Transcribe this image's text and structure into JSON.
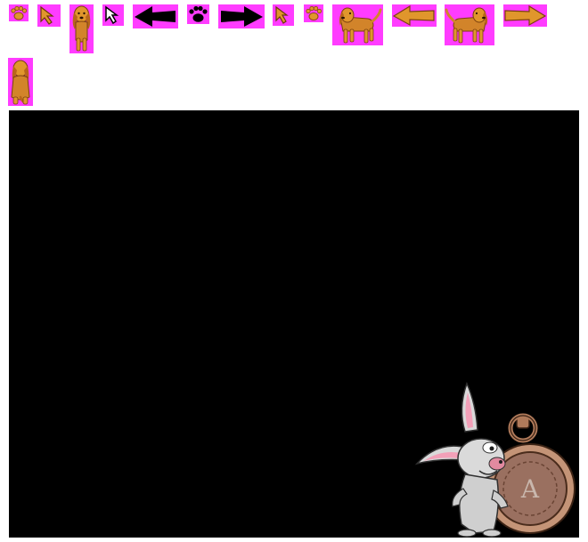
{
  "sprite_sheet": {
    "key_color": "#ff3cff",
    "gold": "#e0962c",
    "gold_dark": "#8a4a10",
    "sprites": [
      {
        "icon": "paw-print-icon-gold"
      },
      {
        "icon": "arrow-cursor-icon-gold"
      },
      {
        "icon": "dog-standing-front-icon"
      },
      {
        "icon": "arrow-cursor-icon-black"
      },
      {
        "icon": "left-arrow-icon-black"
      },
      {
        "icon": "paw-print-icon-black"
      },
      {
        "icon": "right-arrow-icon-black"
      },
      {
        "icon": "arrow-cursor-icon-gold-small"
      },
      {
        "icon": "paw-print-icon-gold-small"
      },
      {
        "icon": "dog-walking-right-icon"
      },
      {
        "icon": "left-arrow-icon-gold"
      },
      {
        "icon": "dog-walking-left-icon"
      },
      {
        "icon": "right-arrow-icon-gold"
      },
      {
        "icon": "dog-sitting-back-icon"
      }
    ]
  },
  "stage": {
    "background": "#000000",
    "mascot": {
      "icon": "rabbit-with-pocket-watch-icon",
      "watch_letter": "A"
    }
  }
}
